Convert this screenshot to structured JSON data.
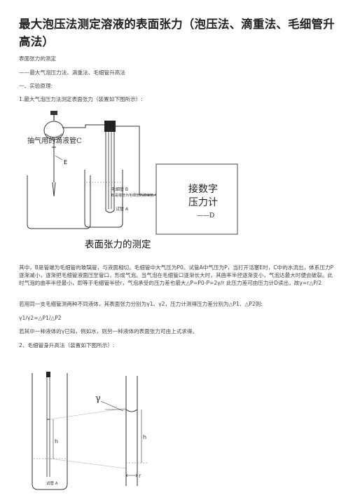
{
  "doc": {
    "title": "最大泡压法测定溶液的表面张力（泡压法、滴重法、毛细管升高法）",
    "p1": "表面张力的测定",
    "p2": "——最大气泡压力法、滴重法、毛细管升高法",
    "p3": "一、实验原理:",
    "p4": "1.最大气泡压力法测定表面张力（装置如下图所示）:",
    "p5": "其中，B是管端为毛细管的玻璃管，与液面相切。毛细管中大气压为P0。试管A中气压为P，当打开活塞E时，C中的水流出，体系压力P逐渐减小，逐渐把毛细管液面压至管口，形成气泡。当气泡在毛细管口逐渐长大时，其曲率半径逐渐变小，气泡达最大时便会破裂。此时气泡的曲率半径最小，即等于毛细管半径r，气泡承受的压力差也最大△P=P0-P=2γ/r 此压力差可由压力计D读出，故γ=r△P/2",
    "p6": "若用同一支毛细管测两种不同液体，其表面张力分别为γ1、γ2，压力计测得压力差分别为△P1、△P2则:",
    "p7": "γ1/γ2=△P1/△P2",
    "p8": "若其中一种液体的γ已知，例如水，则另一种液体的表面张力可由上式求得。",
    "p9": "2、毛细管身升高法（装置如下图所示）:"
  },
  "figure1": {
    "label_c": "抽气用的滴液管C",
    "label_e": "E",
    "label_b": "毛细管 B",
    "label_b_note": "B 是端管为毛细管的玻璃管,与液面相切",
    "label_a": "试管 A",
    "label_d1": "接数字",
    "label_d2": "压力计",
    "label_d3": "——D",
    "caption": "表面张力的测定"
  },
  "figure2": {
    "label_gamma": "γ",
    "label_h": "h",
    "label_r": "r",
    "label_a": "试管 A"
  }
}
